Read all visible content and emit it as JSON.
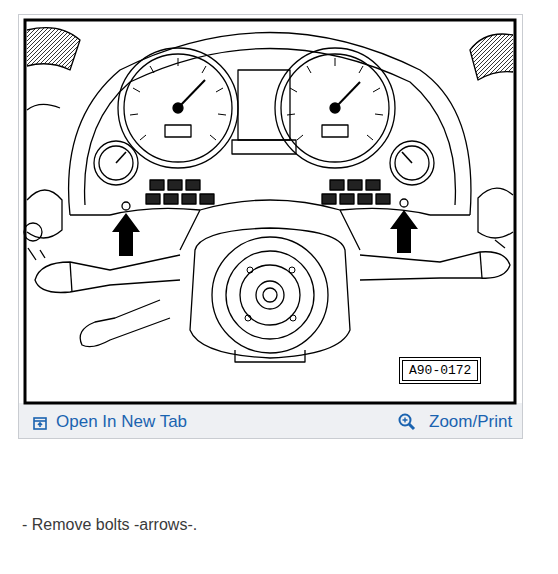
{
  "diagram": {
    "nodes": [
      {
        "text": [
          "A90-0172"
        ]
      }
    ],
    "labels": [
      "Open In New Tab",
      "Zoom/Print",
      "- Remove bolts -arrows-."
    ]
  }
}
